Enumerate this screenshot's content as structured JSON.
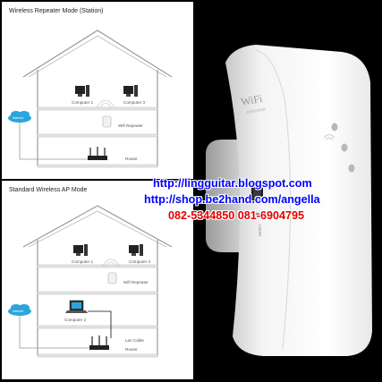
{
  "diagram_top": {
    "title": "Wireless Repeater Mode (Station)",
    "labels": {
      "computer1": "Computer 1",
      "computer3": "Computer 3",
      "repeater": "Wifi Repeater",
      "router": "Router",
      "internet": "Internet"
    }
  },
  "diagram_bottom": {
    "title": "Standard Wireless AP Mode",
    "labels": {
      "computer1": "Computer 1",
      "computer3": "Computer 3",
      "repeater": "Wifi Repeater",
      "computer2": "Computer 2",
      "lan_cable": "Lan Cable",
      "router": "Router",
      "internet": "Internet"
    }
  },
  "device": {
    "logo": "WiFi",
    "sublogo": "REPEATER",
    "port_label": "RESET"
  },
  "promo": {
    "line1": "http://lingguitar.blogspot.com",
    "line2": "http://shop.be2hand.com/angella",
    "line3": "082-5344850 081-6904795"
  },
  "colors": {
    "internet_cloud": "#2aa6dc",
    "line": "#999999",
    "promo_blue": "#0000ff",
    "promo_red": "#e60000"
  }
}
